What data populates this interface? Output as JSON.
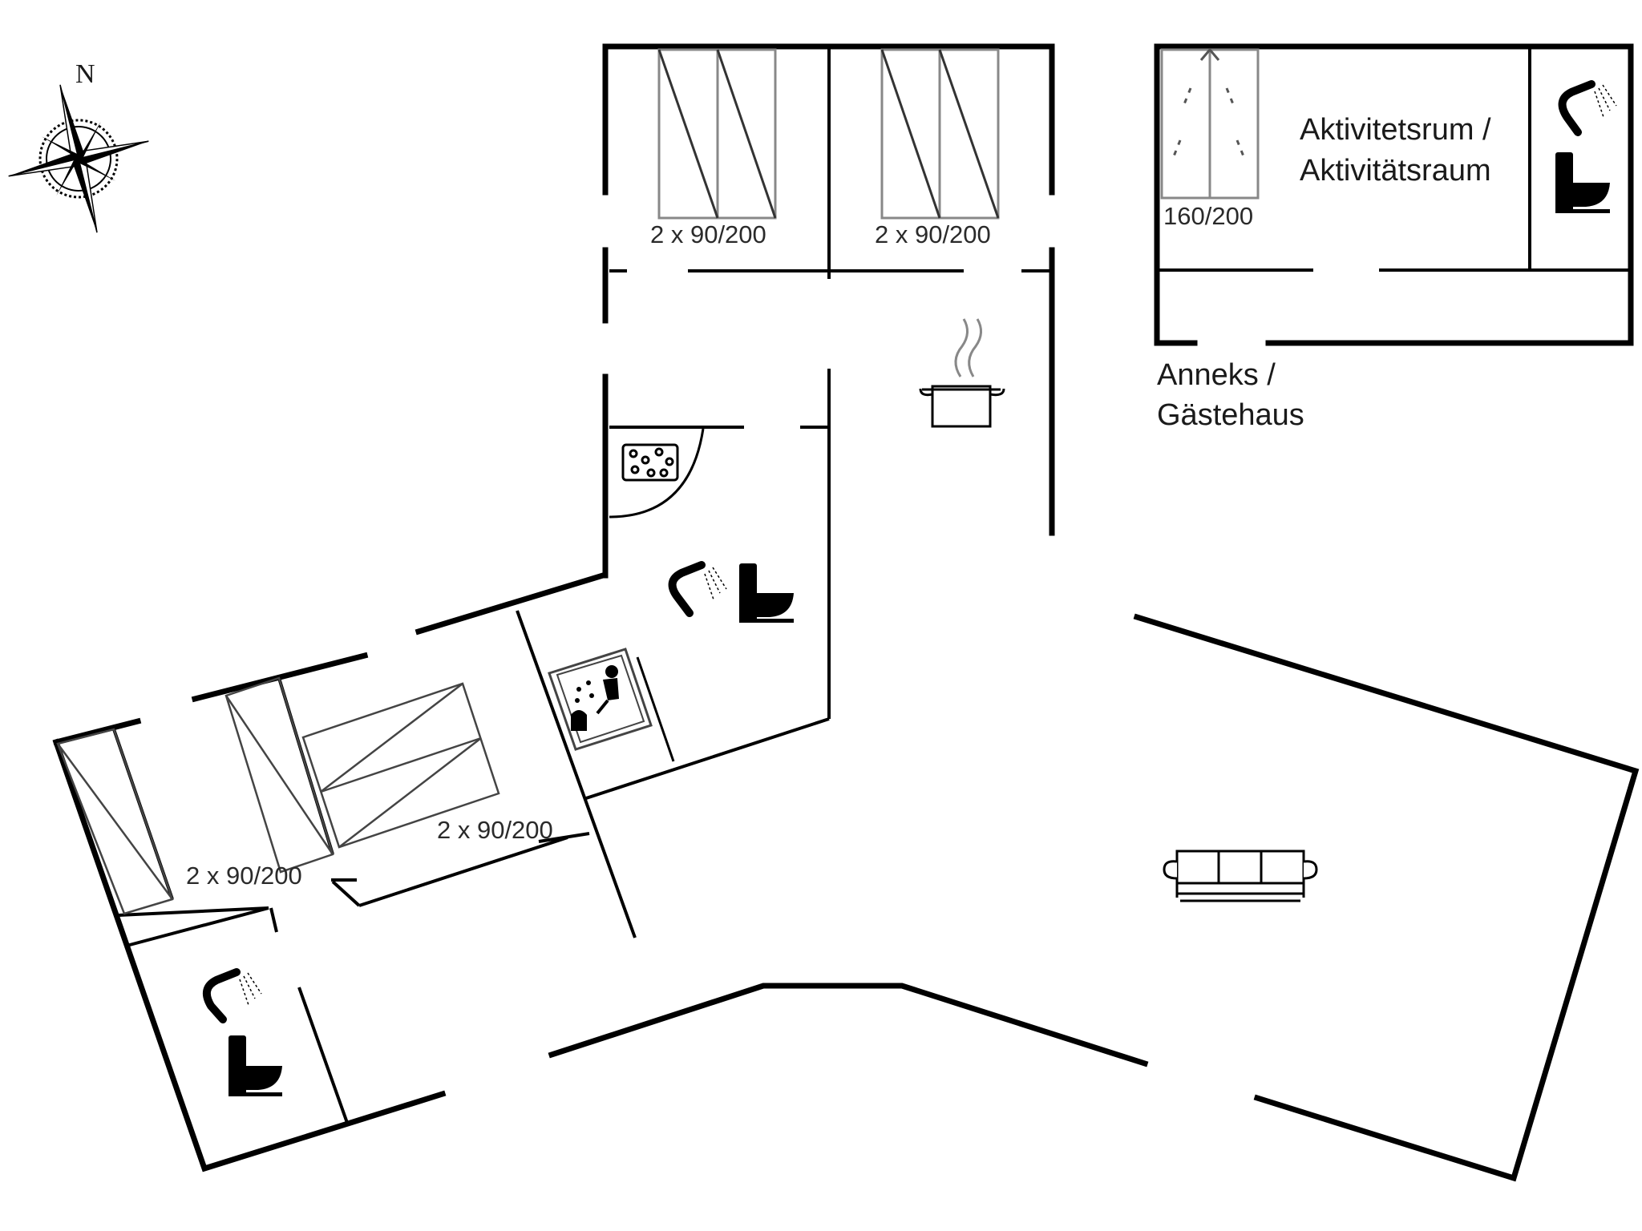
{
  "compass": {
    "north_label": "N",
    "icon": "compass-rose-icon"
  },
  "beds": {
    "top_left": "2 x 90/200",
    "top_right": "2 x 90/200",
    "annex": "160/200",
    "middle": "2 x 90/200",
    "left": "2 x 90/200"
  },
  "rooms": {
    "activity_line1": "Aktivitetsrum /",
    "activity_line2": "Aktivitätsraum",
    "annex_line1": "Anneks /",
    "annex_line2": "Gästehaus"
  },
  "icons": [
    "shower-icon",
    "toilet-icon",
    "cooking-pot-icon",
    "spa-bath-icon",
    "sauna-icon",
    "sofa-icon",
    "compass-rose-icon"
  ]
}
